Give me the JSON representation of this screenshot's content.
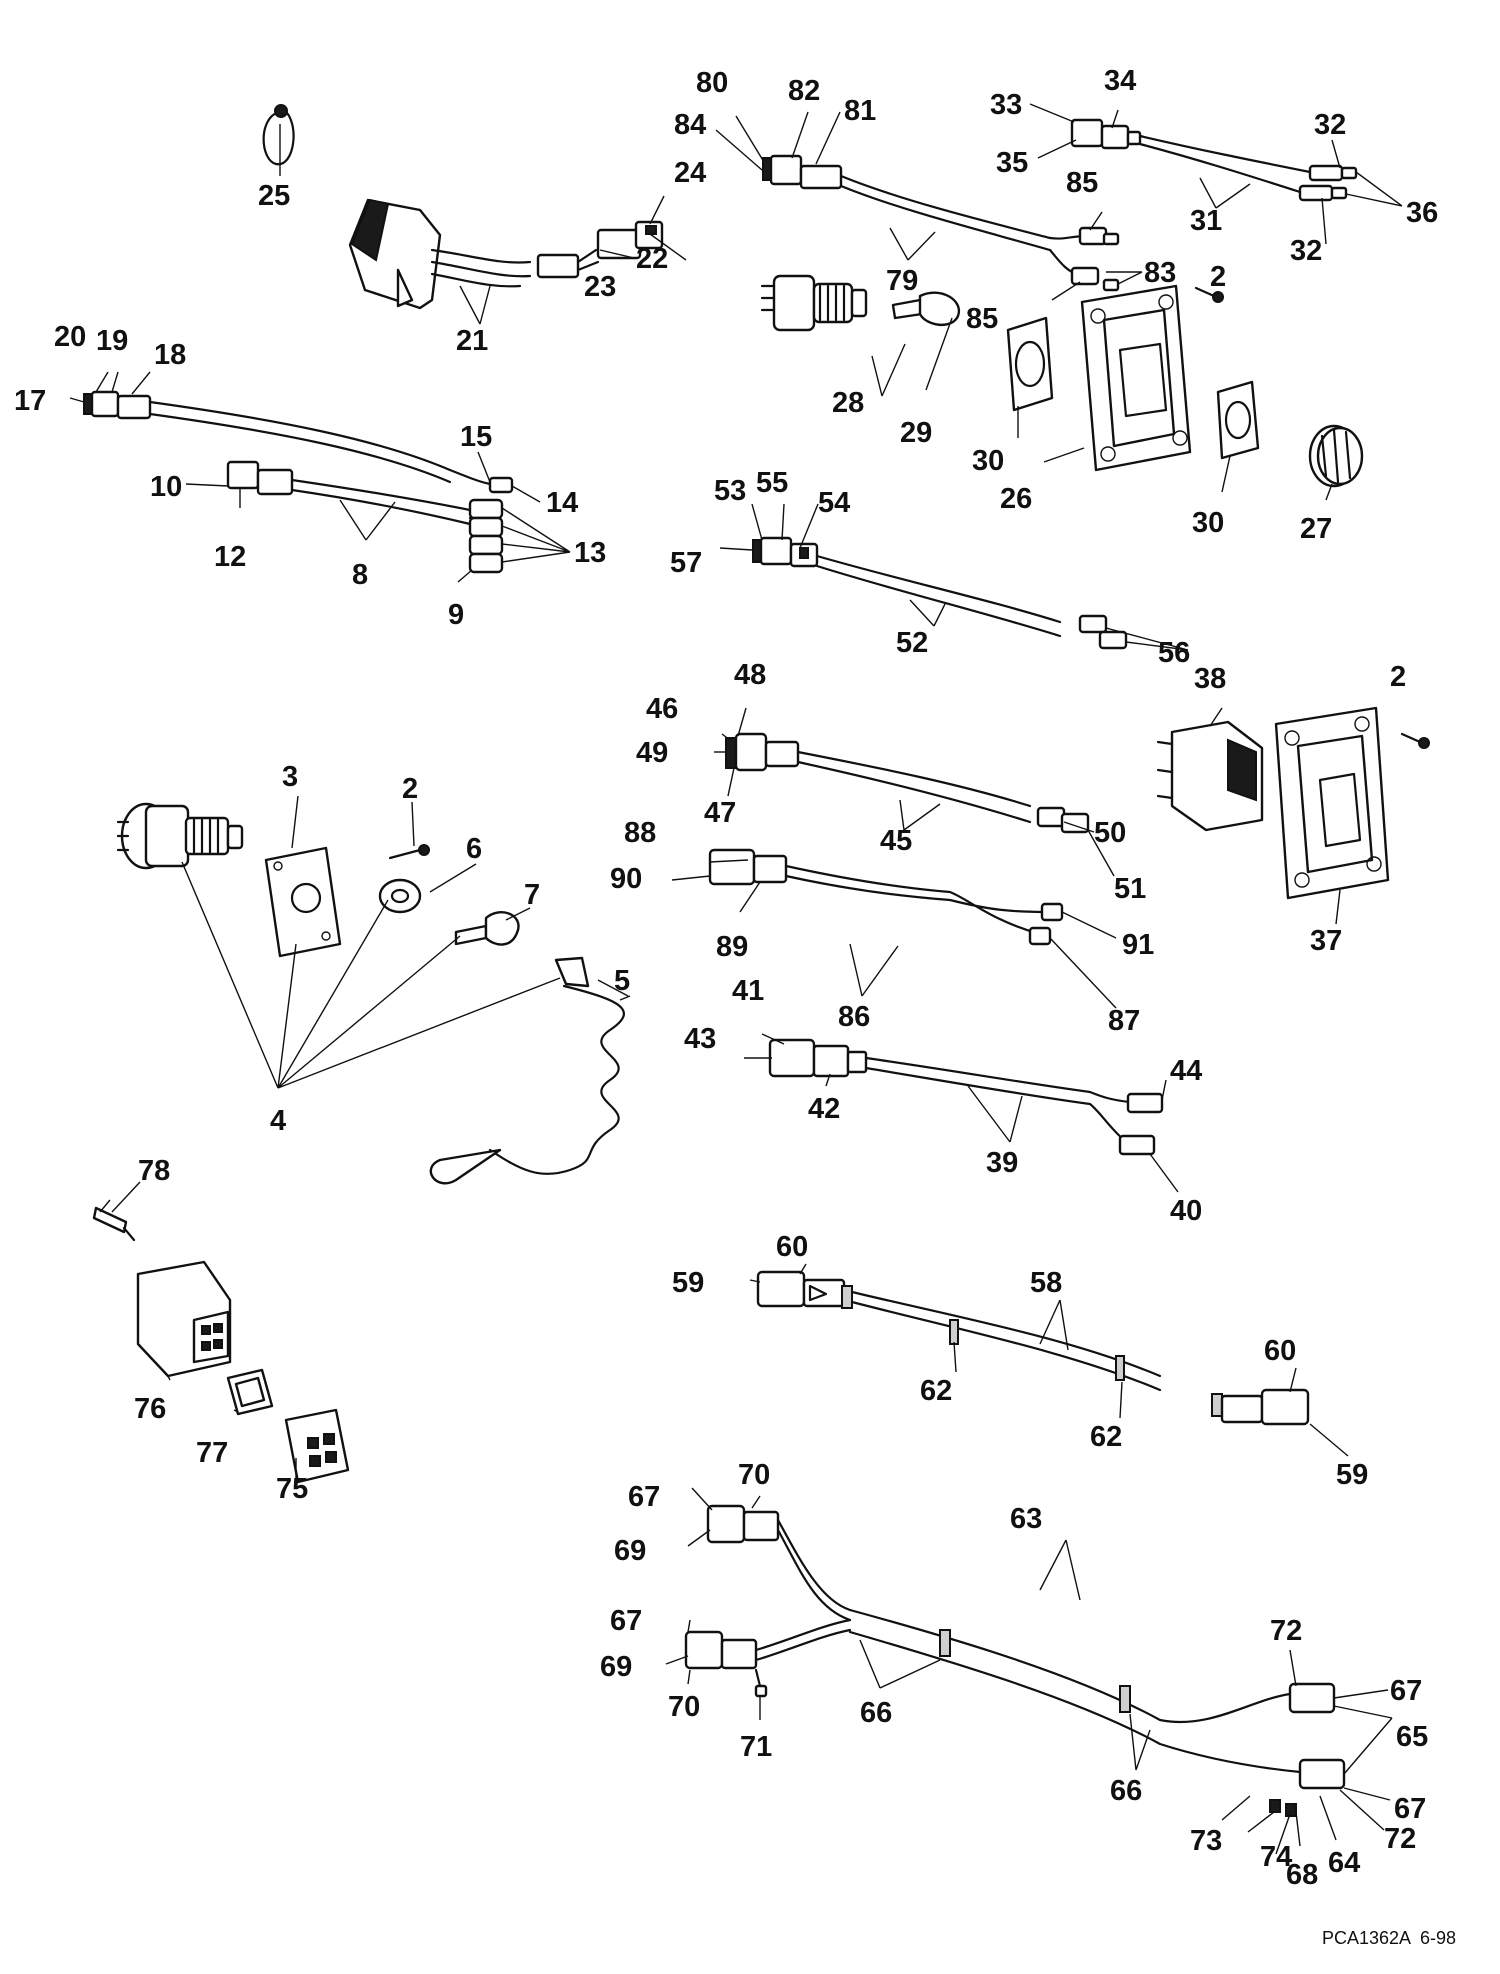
{
  "diagram": {
    "type": "exploded-parts-diagram",
    "callouts": [
      "2",
      "3",
      "4",
      "5",
      "6",
      "7",
      "8",
      "9",
      "10",
      "12",
      "13",
      "14",
      "15",
      "17",
      "18",
      "19",
      "20",
      "21",
      "22",
      "23",
      "24",
      "25",
      "26",
      "27",
      "28",
      "29",
      "30",
      "31",
      "32",
      "33",
      "34",
      "35",
      "36",
      "37",
      "38",
      "39",
      "40",
      "41",
      "42",
      "43",
      "44",
      "45",
      "46",
      "47",
      "48",
      "49",
      "50",
      "51",
      "52",
      "53",
      "54",
      "55",
      "56",
      "57",
      "58",
      "59",
      "60",
      "62",
      "63",
      "64",
      "65",
      "66",
      "67",
      "68",
      "69",
      "70",
      "71",
      "72",
      "73",
      "74",
      "75",
      "76",
      "77",
      "78",
      "79",
      "80",
      "81",
      "82",
      "83",
      "84",
      "85",
      "86",
      "87",
      "88",
      "89",
      "90",
      "91"
    ],
    "drawing_code": "PCA1362A",
    "revision_date": "6-98"
  }
}
